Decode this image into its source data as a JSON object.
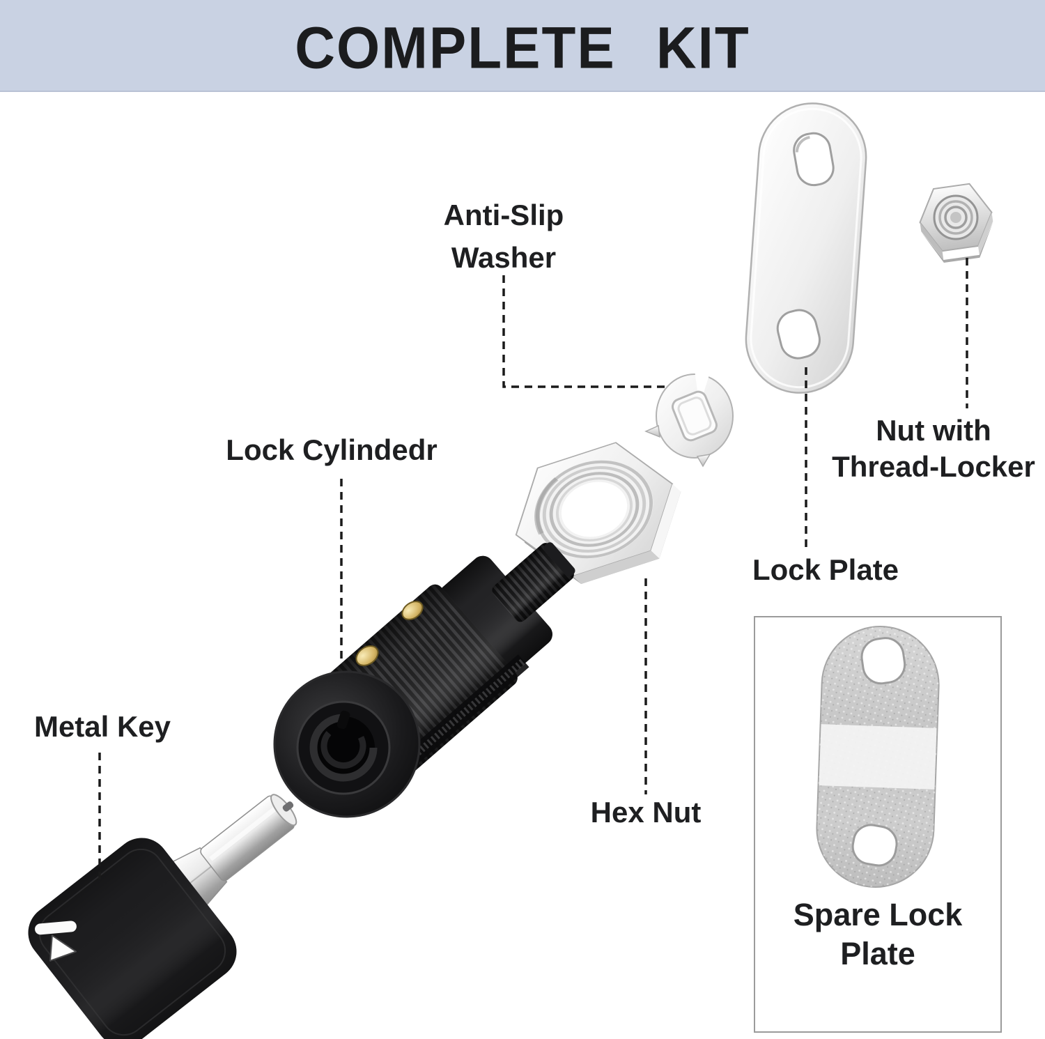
{
  "header": {
    "title": "COMPLETE KIT"
  },
  "labels": {
    "anti_slip_washer_1": "Anti-Slip",
    "anti_slip_washer_2": "Washer",
    "lock_cylinder": "Lock Cylindedr",
    "metal_key": "Metal Key",
    "hex_nut": "Hex Nut",
    "lock_plate": "Lock Plate",
    "nut_with_thread_locker_1": "Nut with",
    "nut_with_thread_locker_2": "Thread-Locker",
    "spare_lock_plate_1": "Spare",
    "spare_lock_plate_2": "Lock Plate"
  },
  "figures": {
    "lock_plate": "silver-lock-plate-photo",
    "thread_locker_nut": "silver-locking-nut-photo",
    "anti_slip_washer": "silver-anti-slip-washer-photo",
    "hex_nut": "silver-hex-nut-photo",
    "lock_cylinder": "black-lock-cylinder-photo",
    "metal_key": "black-metal-key-photo",
    "spare_lock_plate": "spare-lock-plate-photo"
  },
  "colors": {
    "header_bg": "#c9d2e3",
    "title_text": "#1b1c1e",
    "label_text": "#1e1f21",
    "leader_line": "#1a1a1a",
    "box_border": "#9b9b9b",
    "brass_pin": "#d3b363",
    "part_black": "#1d1d1f",
    "metal_light": "#f5f5f5"
  }
}
